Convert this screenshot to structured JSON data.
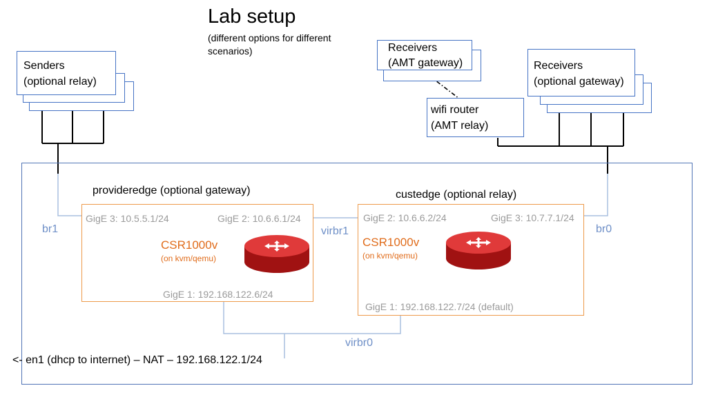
{
  "title": "Lab setup",
  "subtitle": "(different options for different scenarios)",
  "senders": {
    "line1": "Senders",
    "line2": "(optional relay)"
  },
  "receivers_amt": {
    "line1": "Receivers",
    "line2": "(AMT gateway)"
  },
  "receivers_gw": {
    "line1": "Receivers",
    "line2": "(optional gateway)"
  },
  "wifi_router": {
    "line1": "wifi router",
    "line2": "(AMT relay)"
  },
  "provideredge": {
    "label": "provideredge (optional gateway)",
    "gige3": "GigE 3: 10.5.5.1/24",
    "gige2": "GigE 2: 10.6.6.1/24",
    "gige1": "GigE 1: 192.168.122.6/24",
    "model": "CSR1000v",
    "platform": "(on kvm/qemu)"
  },
  "custedge": {
    "label": "custedge (optional relay)",
    "gige2": "GigE 2: 10.6.6.2/24",
    "gige3": "GigE 3: 10.7.7.1/24",
    "gige1": "GigE 1: 192.168.122.7/24 (default)",
    "model": "CSR1000v",
    "platform": "(on kvm/qemu)"
  },
  "bridges": {
    "br1": "br1",
    "virbr1": "virbr1",
    "br0": "br0",
    "virbr0": "virbr0"
  },
  "nat": "<- en1 (dhcp to internet) – NAT – 192.168.122.1/24",
  "colors": {
    "box_border": "#4472c4",
    "router_box": "#ed9a4a",
    "bridge_text": "#6e8fc7",
    "router_red": "#d81e1e"
  },
  "icons": {
    "router": "router-icon"
  }
}
